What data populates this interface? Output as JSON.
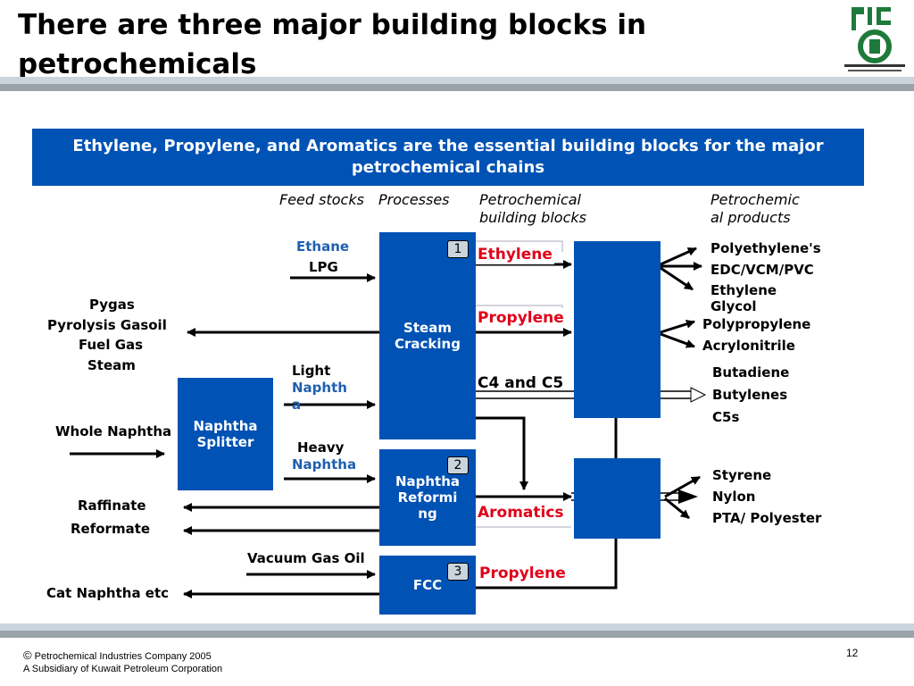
{
  "title": "There are three major building blocks in petrochemicals",
  "banner": "Ethylene, Propylene, and Aromatics are the essential building blocks for the major petrochemical chains",
  "headers": {
    "feedstocks": "Feed stocks",
    "processes": "Processes",
    "building_blocks": "Petrochemical building blocks",
    "products": "Petrochemic al products"
  },
  "feeds": {
    "ethane": "Ethane",
    "lpg": "LPG",
    "pygas": "Pygas",
    "pyrolysis_gasoil": "Pyrolysis Gasoil",
    "fuel_gas": "Fuel Gas",
    "steam": "Steam",
    "light": "Light",
    "light_naphtha": "Naphtha",
    "whole_naphtha": "Whole Naphtha",
    "heavy": "Heavy",
    "heavy_naphtha": "Naphtha",
    "raffinate": "Raffinate",
    "reformate": "Reformate",
    "vacuum_gas_oil": "Vacuum Gas Oil",
    "cat_naphtha": "Cat Naphtha etc"
  },
  "processes": {
    "naphtha_splitter": "Naphtha Splitter",
    "steam_cracking": "Steam Cracking",
    "naphtha_reforming": "Naphtha Reforming",
    "fcc": "FCC"
  },
  "markers": [
    "1",
    "2",
    "3"
  ],
  "blocks": {
    "ethylene": "Ethylene",
    "propylene": "Propylene",
    "c4_c5": "C4 and C5",
    "aromatics": "Aromatics",
    "propylene_fcc": "Propylene"
  },
  "products": {
    "polyethylene": "Polyethylene's",
    "edc": "EDC/VCM/PVC",
    "ethylene_glycol": "Ethylene Glycol",
    "polypropylene": "Polypropylene",
    "acrylonitrile": "Acrylonitrile",
    "butadiene": "Butadiene",
    "butylenes": "Butylenes",
    "c5s": "C5s",
    "styrene": "Styrene",
    "nylon": "Nylon",
    "pta": "PTA/ Polyester"
  },
  "footer": {
    "copyright_symbol": "©",
    "company": "Petrochemical Industries Company 2005",
    "subsidiary": "A Subsidiary of Kuwait Petroleum Corporation",
    "page_number": "12"
  },
  "colors": {
    "process_blue": "#0052b4",
    "highlight_red": "#e0001a",
    "label_blue": "#1f5fb0"
  }
}
